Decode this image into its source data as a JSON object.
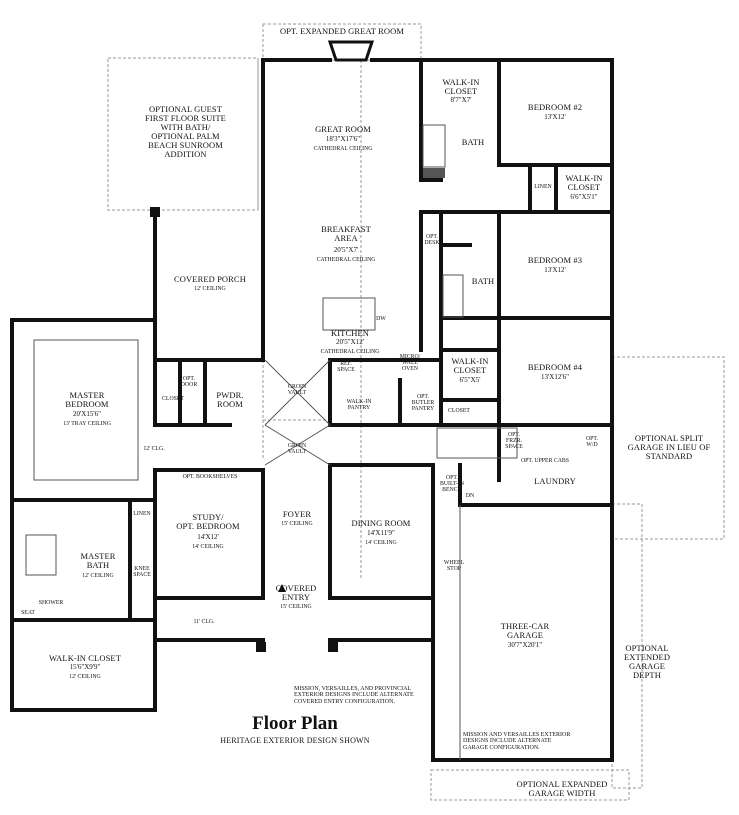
{
  "plan": {
    "title": "Floor Plan",
    "subtitle": "HERITAGE EXTERIOR DESIGN SHOWN",
    "rooms": {
      "opt_expanded_great_room": "OPT. EXPANDED GREAT ROOM",
      "optional_guest_suite": "OPTIONAL GUEST\nFIRST FLOOR SUITE\nWITH BATH/\nOPTIONAL PALM\nBEACH SUNROOM\nADDITION",
      "great_room": "GREAT ROOM",
      "great_room_dim": "18'3\"X17'6\"",
      "great_room_ceiling": "CATHEDRAL CEILING",
      "walkin_closet_top": "WALK-IN\nCLOSET",
      "walkin_closet_top_dim": "8'7\"X7'",
      "bath_top": "BATH",
      "bedroom2": "BEDROOM #2",
      "bedroom2_dim": "13'X12'",
      "linen_top": "LINEN",
      "walkin_closet_b2": "WALK-IN\nCLOSET",
      "walkin_closet_b2_dim": "6'6\"X5'1\"",
      "opt_desk": "OPT.\nDESK",
      "breakfast_area": "BREAKFAST\nAREA",
      "breakfast_dim": "20'5\"X7'",
      "breakfast_ceiling": "CATHEDRAL CEILING",
      "bath_mid": "BATH",
      "bedroom3": "BEDROOM #3",
      "bedroom3_dim": "13'X12'",
      "covered_porch": "COVERED PORCH",
      "covered_porch_ceiling": "12' CEILING",
      "dw": "DW",
      "kitchen": "KITCHEN",
      "kitchen_dim": "20'5\"X12'",
      "kitchen_ceiling": "CATHEDRAL CEILING",
      "walkin_closet_b4": "WALK-IN\nCLOSET",
      "walkin_closet_b4_dim": "6'5\"X5'",
      "bedroom4": "BEDROOM #4",
      "bedroom4_dim": "13'X12'6\"",
      "master_bedroom": "MASTER\nBEDROOM",
      "master_bedroom_dim": "20'X15'6\"",
      "master_bedroom_ceiling": "13' TRAY CEILING",
      "opt_door": "OPT.\nDOOR",
      "closet_left": "CLOSET",
      "pwdr_room": "PWDR.\nROOM",
      "groin_vault_1": "GROIN\nVAULT",
      "ref_space": "REF.\nSPACE",
      "micro_wall_oven": "MICRO/\nWALL\nOVEN",
      "walkin_pantry": "WALK-IN\nPANTRY",
      "opt_butler_pantry": "OPT.\nBUTLER\nPANTRY",
      "closet_right": "CLOSET",
      "groin_vault_2": "GROIN\nVAULT",
      "clg_12": "12' CLG.",
      "opt_frzr_space": "OPT.\nFRZR.\nSPACE",
      "opt_wd": "OPT.\nW/D",
      "opt_upper_cabs": "OPT. UPPER CABS",
      "optional_split_garage": "OPTIONAL SPLIT\nGARAGE IN LIEU OF\nSTANDARD",
      "opt_bookshelves": "OPT. BOOKSHELVES",
      "opt_built_in_bench": "OPT.\nBUILT-IN\nBENCH",
      "dn": "DN",
      "laundry": "LAUNDRY",
      "study": "STUDY/\nOPT. BEDROOM",
      "study_dim": "14'X12'",
      "study_ceiling": "14' CEILING",
      "foyer": "FOYER",
      "foyer_ceiling": "15' CEILING",
      "dining_room": "DINING ROOM",
      "dining_dim": "14'X11'9\"",
      "dining_ceiling": "14' CEILING",
      "linen_master": "LINEN",
      "master_bath": "MASTER\nBATH",
      "master_bath_ceiling": "12' CEILING",
      "knee_space": "KNEE\nSPACE",
      "shower": "SHOWER",
      "seat": "SEAT",
      "covered_entry": "COVERED\nENTRY",
      "covered_entry_ceiling": "15' CEILING",
      "wheel_stop": "WHEEL\nSTOP",
      "clg_11": "11' CLG.",
      "three_car_garage": "THREE-CAR\nGARAGE",
      "garage_dim": "30'7\"X20'1\"",
      "optional_extended_garage": "OPTIONAL\nEXTENDED\nGARAGE\nDEPTH",
      "walkin_closet_master": "WALK-IN CLOSET",
      "walkin_closet_master_dim": "15'6\"X9'9\"",
      "walkin_closet_master_ceiling": "12' CEILING",
      "entry_note": "MISSION, VERSAILLES, AND PROVINCIAL\nEXTERIOR DESIGNS INCLUDE ALTERNATE\nCOVERED ENTRY CONFIGURATION.",
      "garage_note": "MISSION AND VERSAILLES EXTERIOR\nDESIGNS INCLUDE ALTERNATE\nGARAGE CONFIGURATION.",
      "opt_expanded_garage_width": "OPTIONAL EXPANDED\nGARAGE WIDTH"
    },
    "colors": {
      "wall": "#111111",
      "optional_line": "#9a9a9a",
      "fixture": "#555555"
    }
  }
}
